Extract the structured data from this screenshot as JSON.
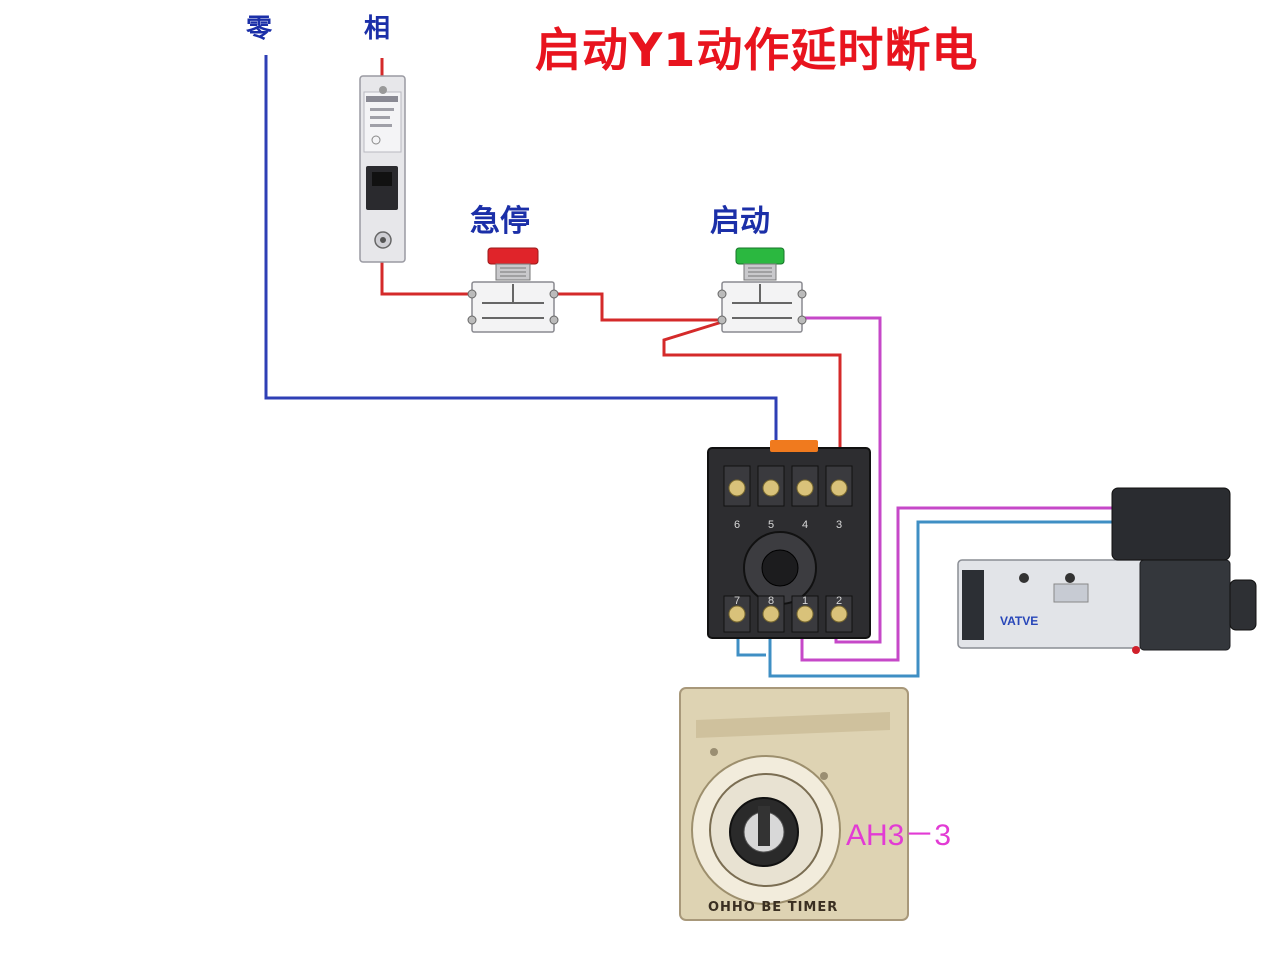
{
  "title": "启动Y1动作延时断电",
  "labels": {
    "neutral": "零",
    "phase": "相",
    "emergency_stop": "急停",
    "start": "启动",
    "timer_model": "AH3－3"
  },
  "relay_base_numbers": [
    "6",
    "5",
    "4",
    "3",
    "7",
    "8",
    "1",
    "2"
  ],
  "timer_marking": "OHHO BE TIMER",
  "valve_marking": [
    "VATVE"
  ],
  "colors": {
    "title": "#e8141e",
    "label": "#1b2fa8",
    "wire_neutral": "#2e3fb5",
    "wire_phase": "#d42a2a",
    "wire_magenta": "#c648c8",
    "wire_lightblue": "#3f8fc4",
    "stop_button": "#e0242a",
    "start_button": "#2bb840",
    "model_text": "#e23bd4"
  }
}
